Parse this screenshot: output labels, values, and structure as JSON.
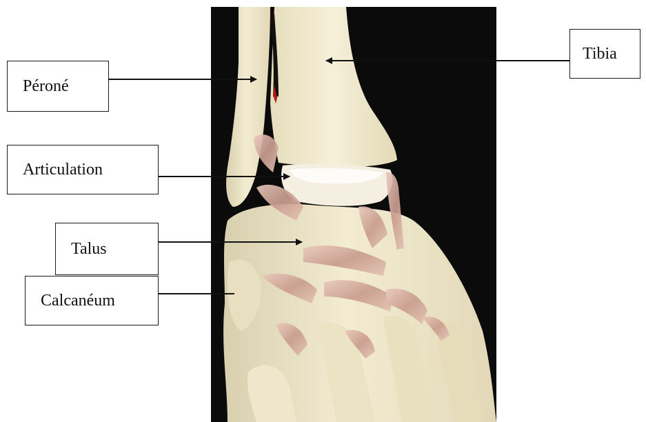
{
  "labels": {
    "perone": "Péroné",
    "tibia": "Tibia",
    "articulation": "Articulation",
    "talus": "Talus",
    "calcaneum": "Calcanéum"
  },
  "colors": {
    "background_panel": "#0b0b0b",
    "bone": "#ece5c8",
    "ligament": "#d9b3a8",
    "line": "#1a1a1a"
  }
}
